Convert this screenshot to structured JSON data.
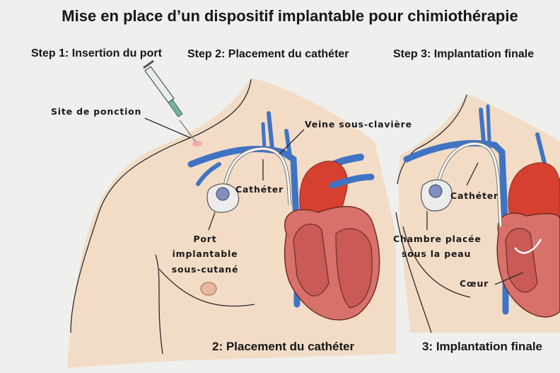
{
  "title": "Mise en place d’un dispositif implantable pour chimiothérapie",
  "steps": [
    {
      "heading": "Step 1: Insertion du port"
    },
    {
      "heading": "Step 2: Placement du cathéter",
      "caption": "2: Placement du cathéter"
    },
    {
      "heading": "Step 3: Implantation finale",
      "caption": "3: Implantation finale"
    }
  ],
  "labels": {
    "puncture_site": "Site de ponction",
    "subclavian_vein": "Veine sous-clavière",
    "catheter_1": "Cathéter",
    "port_line1": "Port",
    "port_line2": "implantable",
    "port_line3": "sous-cutané",
    "catheter_2": "Cathéter",
    "chamber_line1": "Chambre placée",
    "chamber_line2": "sous la peau",
    "heart": "Cœur"
  },
  "colors": {
    "skin": "#f3dcc6",
    "vein": "#3f73c4",
    "artery": "#d6402e",
    "heart": "#d8716a",
    "background": "#efefee"
  }
}
